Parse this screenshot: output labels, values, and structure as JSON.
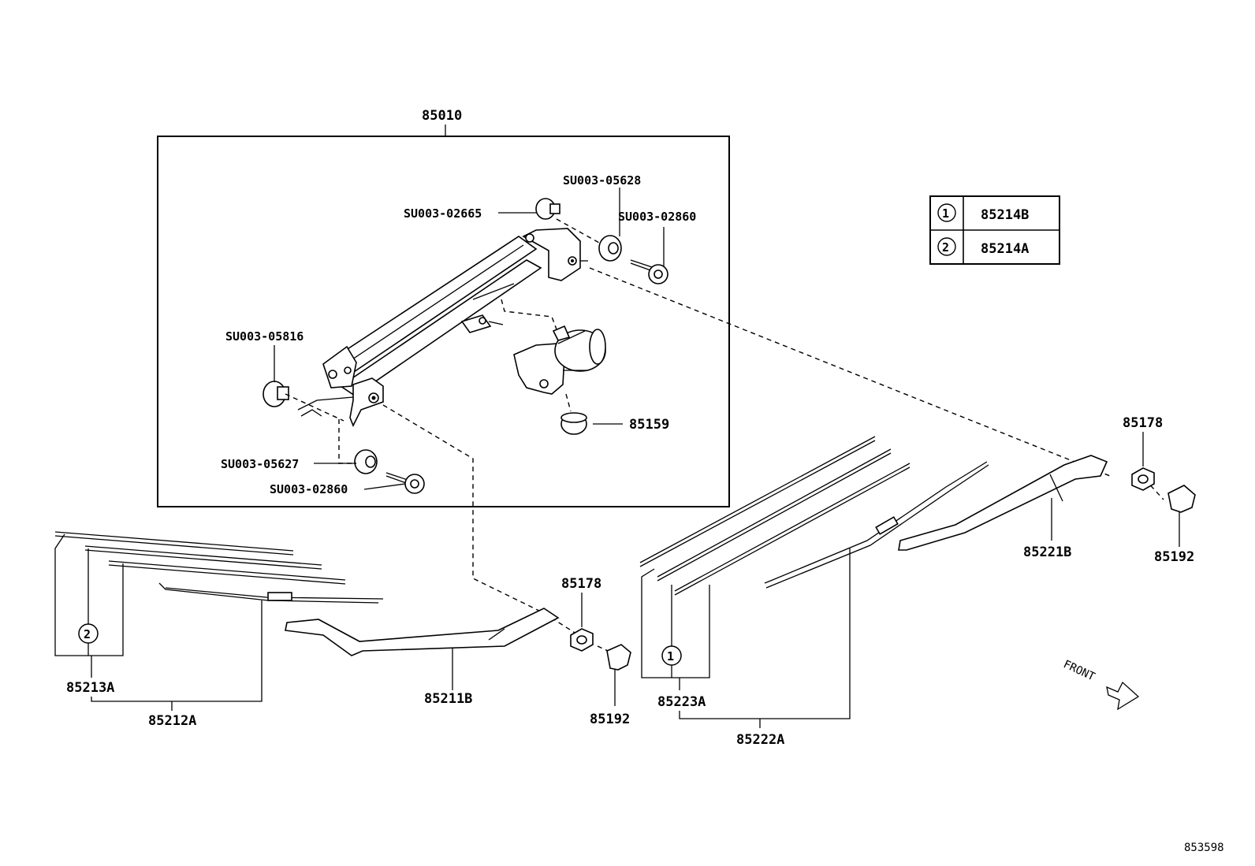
{
  "labels": {
    "assembly": "85010",
    "su_05628": "SU003-05628",
    "su_02665": "SU003-02665",
    "su_02860_top": "SU003-02860",
    "su_05816": "SU003-05816",
    "motor_grommet": "85159",
    "su_05627": "SU003-05627",
    "su_02860_bottom": "SU003-02860",
    "nut_right": "85178",
    "cap_right": "85192",
    "arm_right": "85221B",
    "nut_left": "85178",
    "cap_left": "85192",
    "arm_left": "85211B",
    "refill_left": "85213A",
    "blade_left": "85212A",
    "refill_right": "85223A",
    "blade_right": "85222A",
    "front": "FRONT",
    "figure_number": "853598"
  },
  "legend": [
    {
      "num": "1",
      "part": "85214B"
    },
    {
      "num": "2",
      "part": "85214A"
    }
  ],
  "callouts": {
    "left_blade": "2",
    "right_blade": "1"
  }
}
